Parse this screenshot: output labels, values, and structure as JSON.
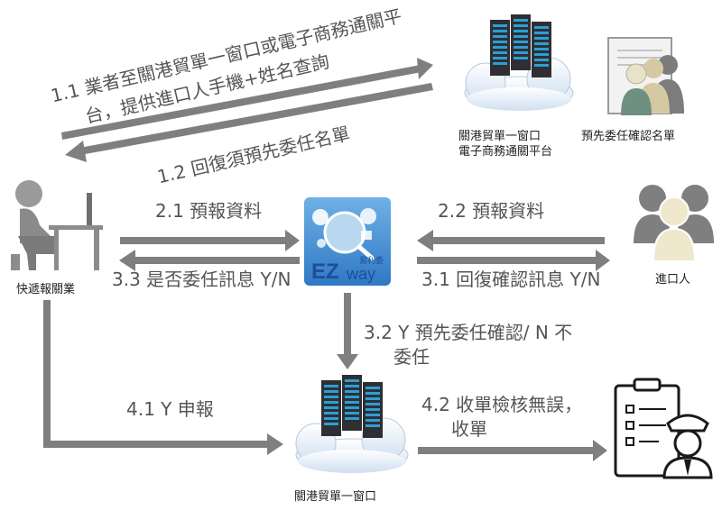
{
  "steps": {
    "s1_1_line1": "1.1  業者至關港貿單一窗口或電子商務通關平",
    "s1_1_line2": "台，提供進口人手機+姓名查詢",
    "s1_2": "1.2  回復須預先委任名單",
    "s2_1": "2.1  預報資料",
    "s2_2": "2.2  預報資料",
    "s3_1": "3.1  回復確認訊息 Y/N",
    "s3_2_line1": "3.2  Y 預先委任確認/  N 不",
    "s3_2_line2": "委任",
    "s3_3": "3.3 是否委任訊息 Y/N",
    "s4_1": "4.1 Y 申報",
    "s4_2_line1": "4.2  收單檢核無誤，",
    "s4_2_line2": "收單"
  },
  "nodes": {
    "platform_line1": "關港貿單一窗口",
    "platform_line2": "電子商務通關平台",
    "list": "預先委任確認名單",
    "broker": "快遞報關業",
    "importer": "進口人",
    "single_window": "關港貿單一窗口"
  },
  "app": {
    "logo_ez": "EZ",
    "logo_way": "way",
    "logo_sub": "易利委"
  },
  "colors": {
    "arrow": "#7f7f7f",
    "text": "#555555",
    "server_blue": "#2b9fd6",
    "cloud": "#dde8f3"
  }
}
